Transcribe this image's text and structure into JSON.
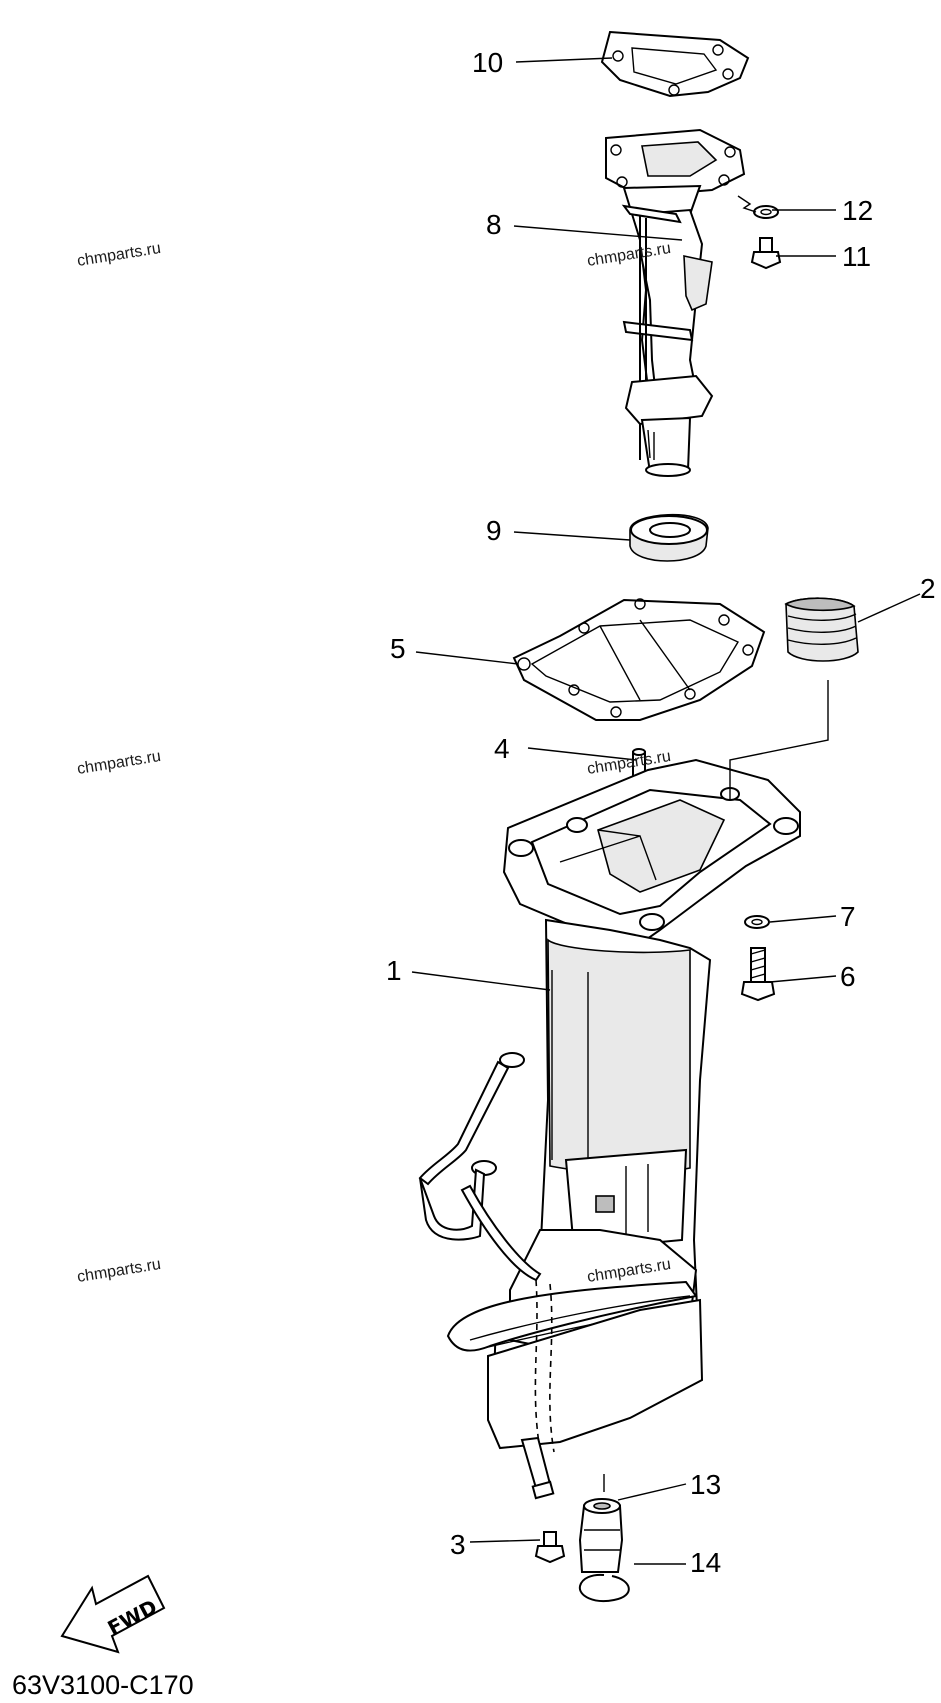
{
  "diagram_code": "63V3100-C170",
  "watermark": "chmparts.ru",
  "fwd_label": "FWD",
  "callouts": {
    "c1": "1",
    "c2": "2",
    "c3": "3",
    "c4": "4",
    "c5": "5",
    "c6": "6",
    "c7": "7",
    "c8": "8",
    "c9": "9",
    "c10": "10",
    "c11": "11",
    "c12": "12",
    "c13": "13",
    "c14": "14"
  }
}
